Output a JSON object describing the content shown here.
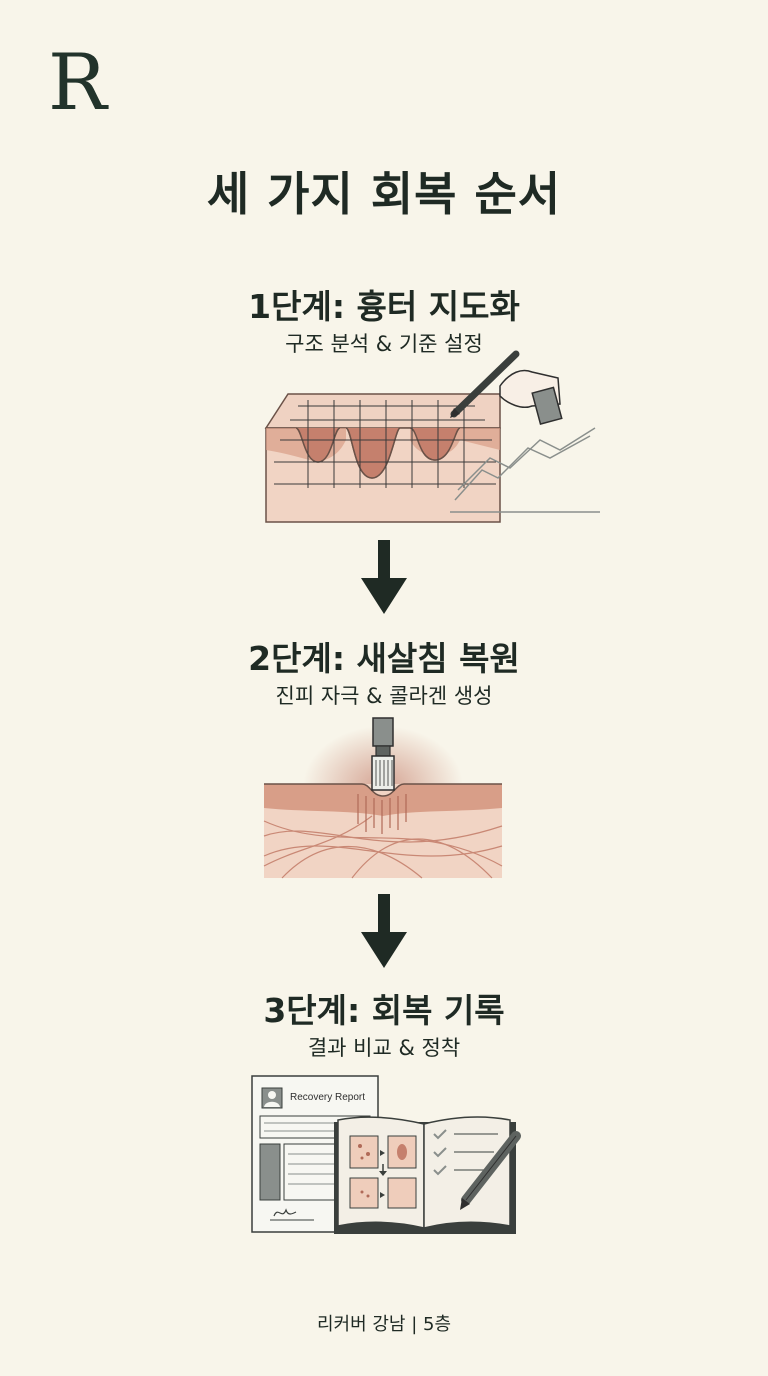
{
  "brand": {
    "logo_letter": "R"
  },
  "page_title": "세 가지 회복 순서",
  "steps": [
    {
      "title": "1단계: 흉터 지도화",
      "subtitle": "구조 분석 & 기준 설정"
    },
    {
      "title": "2단계: 새살침 복원",
      "subtitle": "진피 자극 & 콜라겐 생성"
    },
    {
      "title": "3단계: 회복 기록",
      "subtitle": "결과 비교 & 정착"
    }
  ],
  "report": {
    "label": "Recovery Report"
  },
  "footer": "리커버 강남 | 5층",
  "colors": {
    "background": "#f8f5ea",
    "text": "#1f2a24",
    "skin": "#ecc7b5",
    "skin_dark": "#c58f7a",
    "arrow": "#1f2a24"
  },
  "icons": [
    "pen-icon",
    "hand-icon",
    "needle-icon",
    "arrow-down-icon",
    "checkmark-icon",
    "avatar-icon"
  ]
}
